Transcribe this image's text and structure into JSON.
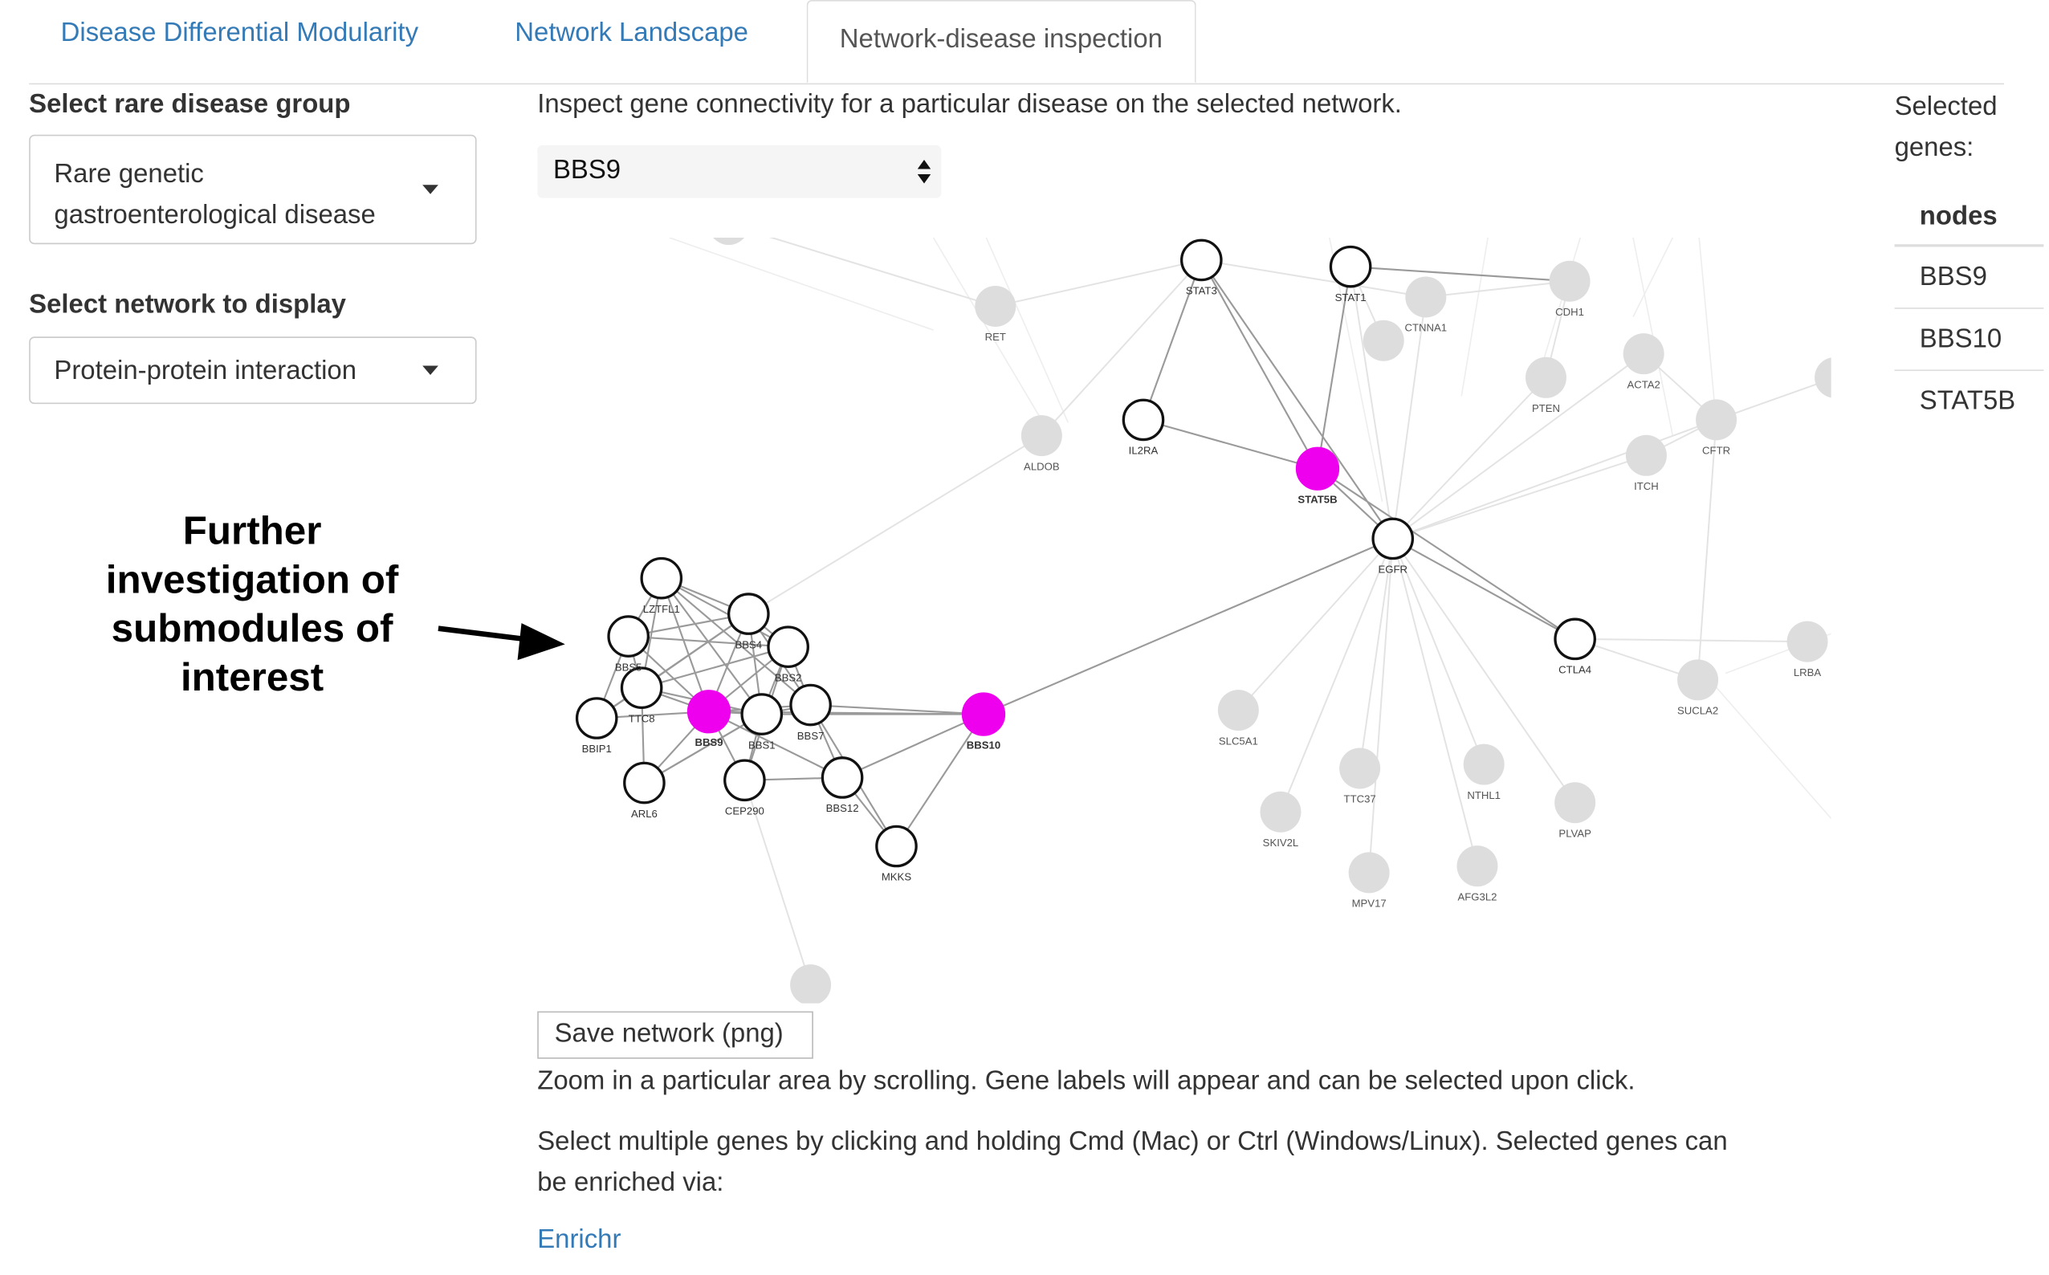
{
  "tabs": [
    {
      "label": "Disease Differential Modularity",
      "active": false
    },
    {
      "label": "Network Landscape",
      "active": false
    },
    {
      "label": "Network-disease inspection",
      "active": true
    }
  ],
  "sidebar": {
    "disease_group_label": "Select rare disease group",
    "disease_group_line1": "Rare genetic",
    "disease_group_line2": "gastroenterological disease",
    "network_label": "Select network to display",
    "network_value": "Protein-protein interaction"
  },
  "annotation": {
    "lines": [
      "Further",
      "investigation of",
      "submodules of",
      "interest"
    ]
  },
  "main": {
    "intro": "Inspect gene connectivity for a particular disease on the selected network.",
    "gene_select": "BBS9",
    "save_button": "Save network (png)",
    "zoom_text": "Zoom in a particular area by scrolling. Gene labels will appear and can be selected upon click.",
    "select_text_1": "Select multiple genes by clicking and holding Cmd (Mac) or Ctrl (Windows/Linux). Selected genes can",
    "select_text_2": "be enriched via:",
    "enrichr": "Enrichr"
  },
  "selected": {
    "title_line1": "Selected",
    "title_line2": "genes:",
    "header": "nodes",
    "rows": [
      "BBS9",
      "BBS10",
      "STAT5B"
    ]
  },
  "colors": {
    "link": "#337ab7",
    "selected_node": "#ee00ee",
    "gene_node_stroke": "#111111",
    "background_node": "#dddddd"
  },
  "network": {
    "nodes": [
      {
        "id": "STAT3",
        "label": "STAT3",
        "kind": "gene"
      },
      {
        "id": "STAT1",
        "label": "STAT1",
        "kind": "gene"
      },
      {
        "id": "IL2RA",
        "label": "IL2RA",
        "kind": "gene"
      },
      {
        "id": "STAT5B",
        "label": "STAT5B",
        "kind": "selected"
      },
      {
        "id": "EGFR",
        "label": "EGFR",
        "kind": "gene"
      },
      {
        "id": "CTLA4",
        "label": "CTLA4",
        "kind": "gene"
      },
      {
        "id": "LZTFL1",
        "label": "LZTFL1",
        "kind": "gene"
      },
      {
        "id": "BBS4",
        "label": "BBS4",
        "kind": "gene"
      },
      {
        "id": "BBS5",
        "label": "BBS5",
        "kind": "gene"
      },
      {
        "id": "BBS2",
        "label": "BBS2",
        "kind": "gene"
      },
      {
        "id": "TTC8",
        "label": "TTC8",
        "kind": "gene"
      },
      {
        "id": "BBIP1",
        "label": "BBIP1",
        "kind": "gene"
      },
      {
        "id": "BBS9",
        "label": "BBS9",
        "kind": "selected"
      },
      {
        "id": "BBS1",
        "label": "BBS1",
        "kind": "gene"
      },
      {
        "id": "BBS7",
        "label": "BBS7",
        "kind": "gene"
      },
      {
        "id": "BBS10",
        "label": "BBS10",
        "kind": "selected"
      },
      {
        "id": "ARL6",
        "label": "ARL6",
        "kind": "gene"
      },
      {
        "id": "CEP290",
        "label": "CEP290",
        "kind": "gene"
      },
      {
        "id": "BBS12",
        "label": "BBS12",
        "kind": "gene"
      },
      {
        "id": "MKKS",
        "label": "MKKS",
        "kind": "gene"
      },
      {
        "id": "RET",
        "label": "RET",
        "kind": "other"
      },
      {
        "id": "ALDOB",
        "label": "ALDOB",
        "kind": "other"
      },
      {
        "id": "CTNNA1",
        "label": "CTNNA1",
        "kind": "other"
      },
      {
        "id": "CDH1",
        "label": "CDH1",
        "kind": "other"
      },
      {
        "id": "ACTA2",
        "label": "ACTA2",
        "kind": "other"
      },
      {
        "id": "PTEN",
        "label": "PTEN",
        "kind": "other"
      },
      {
        "id": "CFTR",
        "label": "CFTR",
        "kind": "other"
      },
      {
        "id": "ITCH",
        "label": "ITCH",
        "kind": "other"
      },
      {
        "id": "LRBA",
        "label": "LRBA",
        "kind": "other"
      },
      {
        "id": "SUCLA2",
        "label": "SUCLA2",
        "kind": "other"
      },
      {
        "id": "SLC5A1",
        "label": "SLC5A1",
        "kind": "other"
      },
      {
        "id": "TTC37",
        "label": "TTC37",
        "kind": "other"
      },
      {
        "id": "NTHL1",
        "label": "NTHL1",
        "kind": "other"
      },
      {
        "id": "SKIV2L",
        "label": "SKIV2L",
        "kind": "other"
      },
      {
        "id": "PLVAP",
        "label": "PLVAP",
        "kind": "other"
      },
      {
        "id": "MPV17",
        "label": "MPV17",
        "kind": "other"
      },
      {
        "id": "AFG3L2",
        "label": "AFG3L2",
        "kind": "other"
      },
      {
        "id": "U1",
        "label": "",
        "kind": "other"
      },
      {
        "id": "U2",
        "label": "",
        "kind": "other"
      },
      {
        "id": "U3",
        "label": "",
        "kind": "other"
      },
      {
        "id": "U4",
        "label": "",
        "kind": "other"
      }
    ],
    "edges": [
      [
        "STAT3",
        "STAT5B"
      ],
      [
        "STAT3",
        "IL2RA"
      ],
      [
        "STAT3",
        "EGFR"
      ],
      [
        "STAT1",
        "STAT5B"
      ],
      [
        "STAT1",
        "CDH1"
      ],
      [
        "IL2RA",
        "STAT5B"
      ],
      [
        "STAT5B",
        "EGFR"
      ],
      [
        "STAT5B",
        "CTLA4"
      ],
      [
        "EGFR",
        "CTLA4"
      ],
      [
        "EGFR",
        "BBS10"
      ],
      [
        "BBS9",
        "BBS10"
      ],
      [
        "BBS1",
        "BBS10"
      ],
      [
        "BBS7",
        "BBS10"
      ],
      [
        "BBS12",
        "BBS10"
      ],
      [
        "MKKS",
        "BBS10"
      ],
      [
        "LZTFL1",
        "BBS9"
      ],
      [
        "LZTFL1",
        "BBS4"
      ],
      [
        "LZTFL1",
        "BBS5"
      ],
      [
        "LZTFL1",
        "TTC8"
      ],
      [
        "LZTFL1",
        "BBS2"
      ],
      [
        "LZTFL1",
        "BBS1"
      ],
      [
        "LZTFL1",
        "BBS7"
      ],
      [
        "BBS4",
        "BBS9"
      ],
      [
        "BBS4",
        "BBS2"
      ],
      [
        "BBS4",
        "BBS1"
      ],
      [
        "BBS4",
        "BBS7"
      ],
      [
        "BBS4",
        "BBS5"
      ],
      [
        "BBS4",
        "TTC8"
      ],
      [
        "BBS4",
        "BBIP1"
      ],
      [
        "BBS5",
        "BBS9"
      ],
      [
        "BBS5",
        "TTC8"
      ],
      [
        "BBS5",
        "BBIP1"
      ],
      [
        "BBS5",
        "BBS2"
      ],
      [
        "BBS2",
        "BBS9"
      ],
      [
        "BBS2",
        "BBS7"
      ],
      [
        "BBS2",
        "BBS1"
      ],
      [
        "BBS2",
        "TTC8"
      ],
      [
        "TTC8",
        "BBS9"
      ],
      [
        "TTC8",
        "BBIP1"
      ],
      [
        "TTC8",
        "BBS1"
      ],
      [
        "BBIP1",
        "BBS9"
      ],
      [
        "BBS9",
        "BBS1"
      ],
      [
        "BBS9",
        "BBS7"
      ],
      [
        "BBS9",
        "ARL6"
      ],
      [
        "BBS9",
        "CEP290"
      ],
      [
        "BBS9",
        "BBS12"
      ],
      [
        "BBS1",
        "BBS7"
      ],
      [
        "BBS1",
        "CEP290"
      ],
      [
        "BBS1",
        "ARL6"
      ],
      [
        "BBS7",
        "BBS12"
      ],
      [
        "BBS7",
        "MKKS"
      ],
      [
        "ARL6",
        "BBS1"
      ],
      [
        "CEP290",
        "BBS2"
      ],
      [
        "BBS12",
        "MKKS"
      ],
      [
        "BBS12",
        "CEP290"
      ],
      [
        "ARL6",
        "TTC8"
      ]
    ],
    "faint_edges": [
      [
        "EGFR",
        "CFTR"
      ],
      [
        "EGFR",
        "ITCH"
      ],
      [
        "EGFR",
        "PTEN"
      ],
      [
        "EGFR",
        "ACTA2"
      ],
      [
        "EGFR",
        "CTNNA1"
      ],
      [
        "EGFR",
        "SLC5A1"
      ],
      [
        "EGFR",
        "TTC37"
      ],
      [
        "EGFR",
        "NTHL1"
      ],
      [
        "EGFR",
        "SKIV2L"
      ],
      [
        "EGFR",
        "PLVAP"
      ],
      [
        "EGFR",
        "MPV17"
      ],
      [
        "EGFR",
        "AFG3L2"
      ],
      [
        "EGFR",
        "STAT1"
      ],
      [
        "STAT3",
        "RET"
      ],
      [
        "STAT3",
        "CTNNA1"
      ],
      [
        "CTLA4",
        "LRBA"
      ],
      [
        "CTLA4",
        "SUCLA2"
      ],
      [
        "CDH1",
        "CTNNA1"
      ],
      [
        "CFTR",
        "ACTA2"
      ],
      [
        "CFTR",
        "ITCH"
      ],
      [
        "ALDOB",
        "BBS4"
      ],
      [
        "ALDOB",
        "STAT3"
      ],
      [
        "RET",
        "U1"
      ],
      [
        "CEP290",
        "U2"
      ],
      [
        "CFTR",
        "U4"
      ],
      [
        "PTEN",
        "CDH1"
      ],
      [
        "SUCLA2",
        "CFTR"
      ],
      [
        "STAT1",
        "U3"
      ]
    ]
  }
}
